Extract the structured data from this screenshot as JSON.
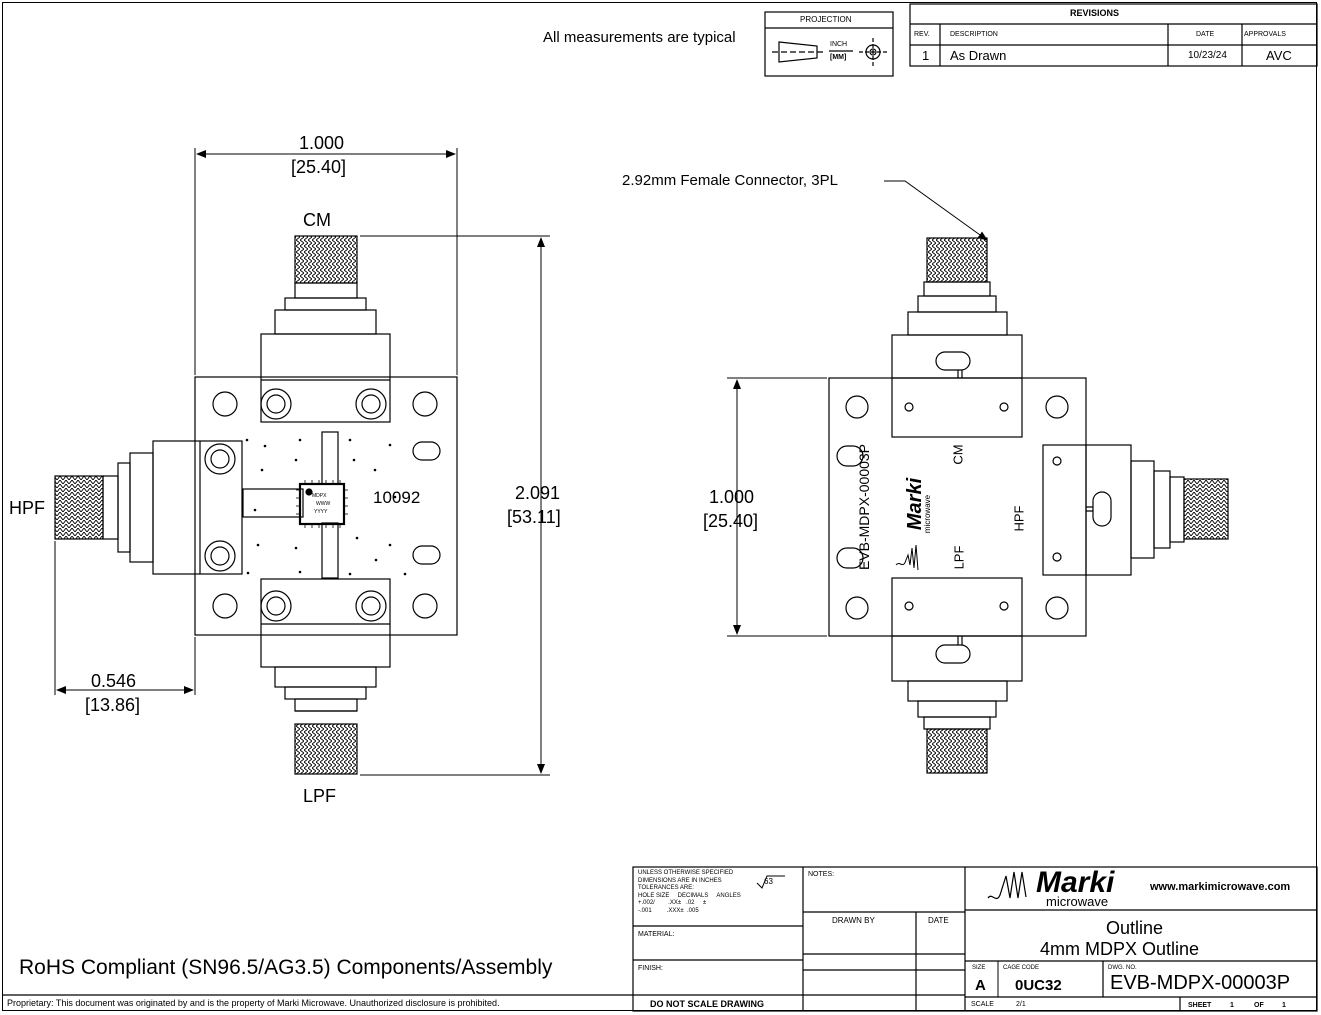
{
  "header": {
    "note": "All measurements are typical",
    "projection": {
      "title": "PROJECTION",
      "inch": "INCH",
      "mm": "[MM]"
    },
    "revisions": {
      "title": "REVISIONS",
      "columns": [
        "REV.",
        "DESCRIPTION",
        "DATE",
        "APPROVALS"
      ],
      "rows": [
        [
          "1",
          "As Drawn",
          "10/23/24",
          "AVC"
        ]
      ]
    }
  },
  "left_view": {
    "width_dim": "1.000",
    "width_dim_mm": "[25.40]",
    "height_dim": "2.091",
    "height_dim_mm": "[53.11]",
    "offset_dim": "0.546",
    "offset_dim_mm": "[13.86]",
    "port_top": "CM",
    "port_bottom": "LPF",
    "port_left": "HPF",
    "part_marking": "10092",
    "chip_marking": [
      "MDPX",
      "WWW",
      "YYYY"
    ]
  },
  "right_view": {
    "connector_note": "2.92mm Female Connector, 3PL",
    "height_dim": "1.000",
    "height_dim_mm": "[25.40]",
    "body_text": "EVB-MDPX-00003P",
    "logo_word": "Marki",
    "logo_sub": "microwave",
    "port_cm": "CM",
    "port_lpf": "LPF",
    "port_hpf": "HPF"
  },
  "title_block": {
    "tolerance_lines": [
      "UNLESS OTHERWISE SPECIFIED",
      "DIMENSIONS ARE IN INCHES",
      "TOLERANCES ARE:",
      "HOLE SIZE     DECIMALS     ANGLES",
      "+.002/        .XX±   .02     ±",
      "-.001         .XXX±  .005"
    ],
    "surface_finish": "63",
    "material_label": "MATERIAL:",
    "finish_label": "FINISH:",
    "notes_label": "NOTES:",
    "drawn_by_label": "DRAWN BY",
    "date_label": "DATE",
    "do_not_scale": "DO NOT SCALE DRAWING",
    "company_logo": "Marki",
    "company_logo_sub": "microwave",
    "website": "www.markimicrowave.com",
    "title_line1": "Outline",
    "title_line2": "4mm MDPX Outline",
    "size_label": "SIZE",
    "size": "A",
    "cage_label": "CAGE CODE",
    "cage": "0UC32",
    "dwg_label": "DWG. NO.",
    "dwg_no": "EVB-MDPX-00003P",
    "scale_label": "SCALE",
    "scale": "2/1",
    "sheet_label": "SHEET",
    "sheet": "1",
    "of_label": "OF",
    "of": "1"
  },
  "footer": {
    "rohs": "RoHS Compliant (SN96.5/AG3.5) Components/Assembly",
    "proprietary": "Proprietary:  This document was originated by and is the property of Marki Microwave.  Unauthorized disclosure is prohibited."
  }
}
